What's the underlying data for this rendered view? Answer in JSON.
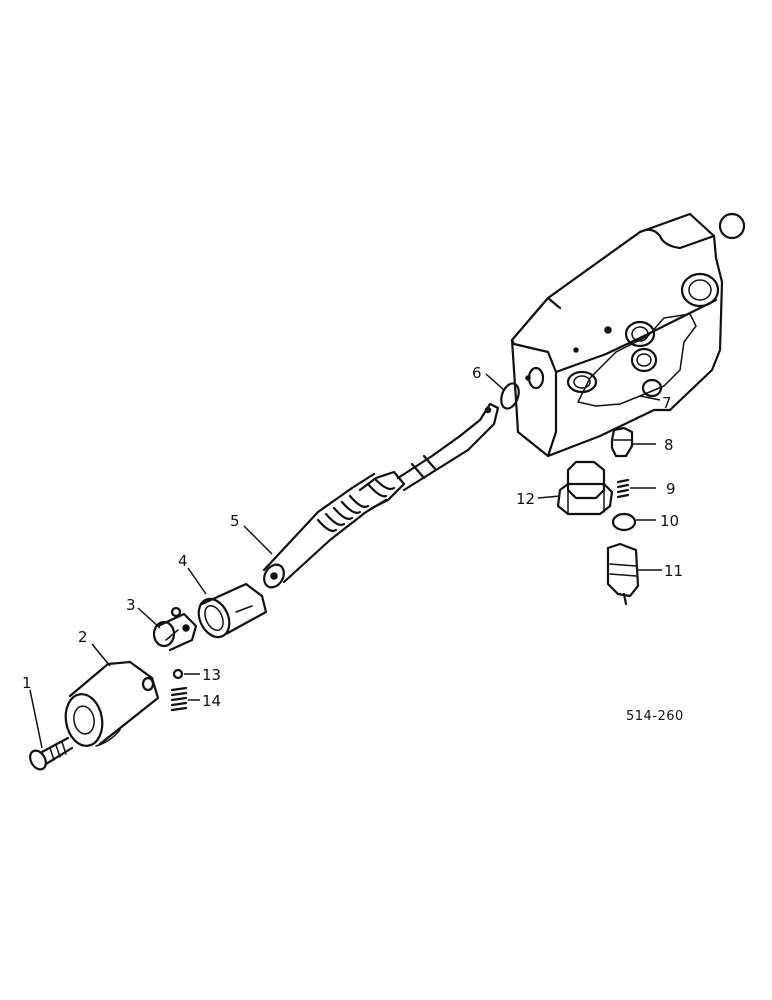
{
  "diagram": {
    "reference_code": "514-260",
    "callouts": [
      "1",
      "2",
      "3",
      "4",
      "5",
      "6",
      "7",
      "8",
      "9",
      "10",
      "11",
      "12",
      "13",
      "14"
    ]
  }
}
